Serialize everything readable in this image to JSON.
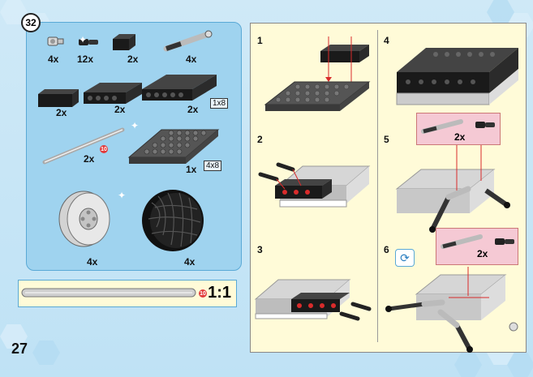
{
  "page": {
    "number": "27"
  },
  "parts_list": {
    "step_number": "32",
    "items": [
      {
        "qty": "4x"
      },
      {
        "qty": "12x"
      },
      {
        "qty": "2x"
      },
      {
        "qty": "4x"
      },
      {
        "qty": "2x"
      },
      {
        "qty": "2x"
      },
      {
        "qty": "2x",
        "tag": "1x8"
      },
      {
        "qty": "2x",
        "badge": "10"
      },
      {
        "qty": "1x",
        "tag": "4x8"
      },
      {
        "qty": "4x"
      },
      {
        "qty": "4x"
      }
    ]
  },
  "ruler": {
    "badge": "10",
    "ratio": "1:1"
  },
  "steps": [
    {
      "number": "1"
    },
    {
      "number": "2"
    },
    {
      "number": "3"
    },
    {
      "number": "4"
    },
    {
      "number": "5",
      "callout_qty": "2x"
    },
    {
      "number": "6",
      "callout_qty": "2x"
    }
  ],
  "colors": {
    "panel": "#9fd3ef",
    "instructions_bg": "#fffbd8",
    "callout": "#f5c9d4",
    "arrow": "#d92b2b"
  },
  "icons": [
    "rotate-icon",
    "sparkle-icon"
  ]
}
